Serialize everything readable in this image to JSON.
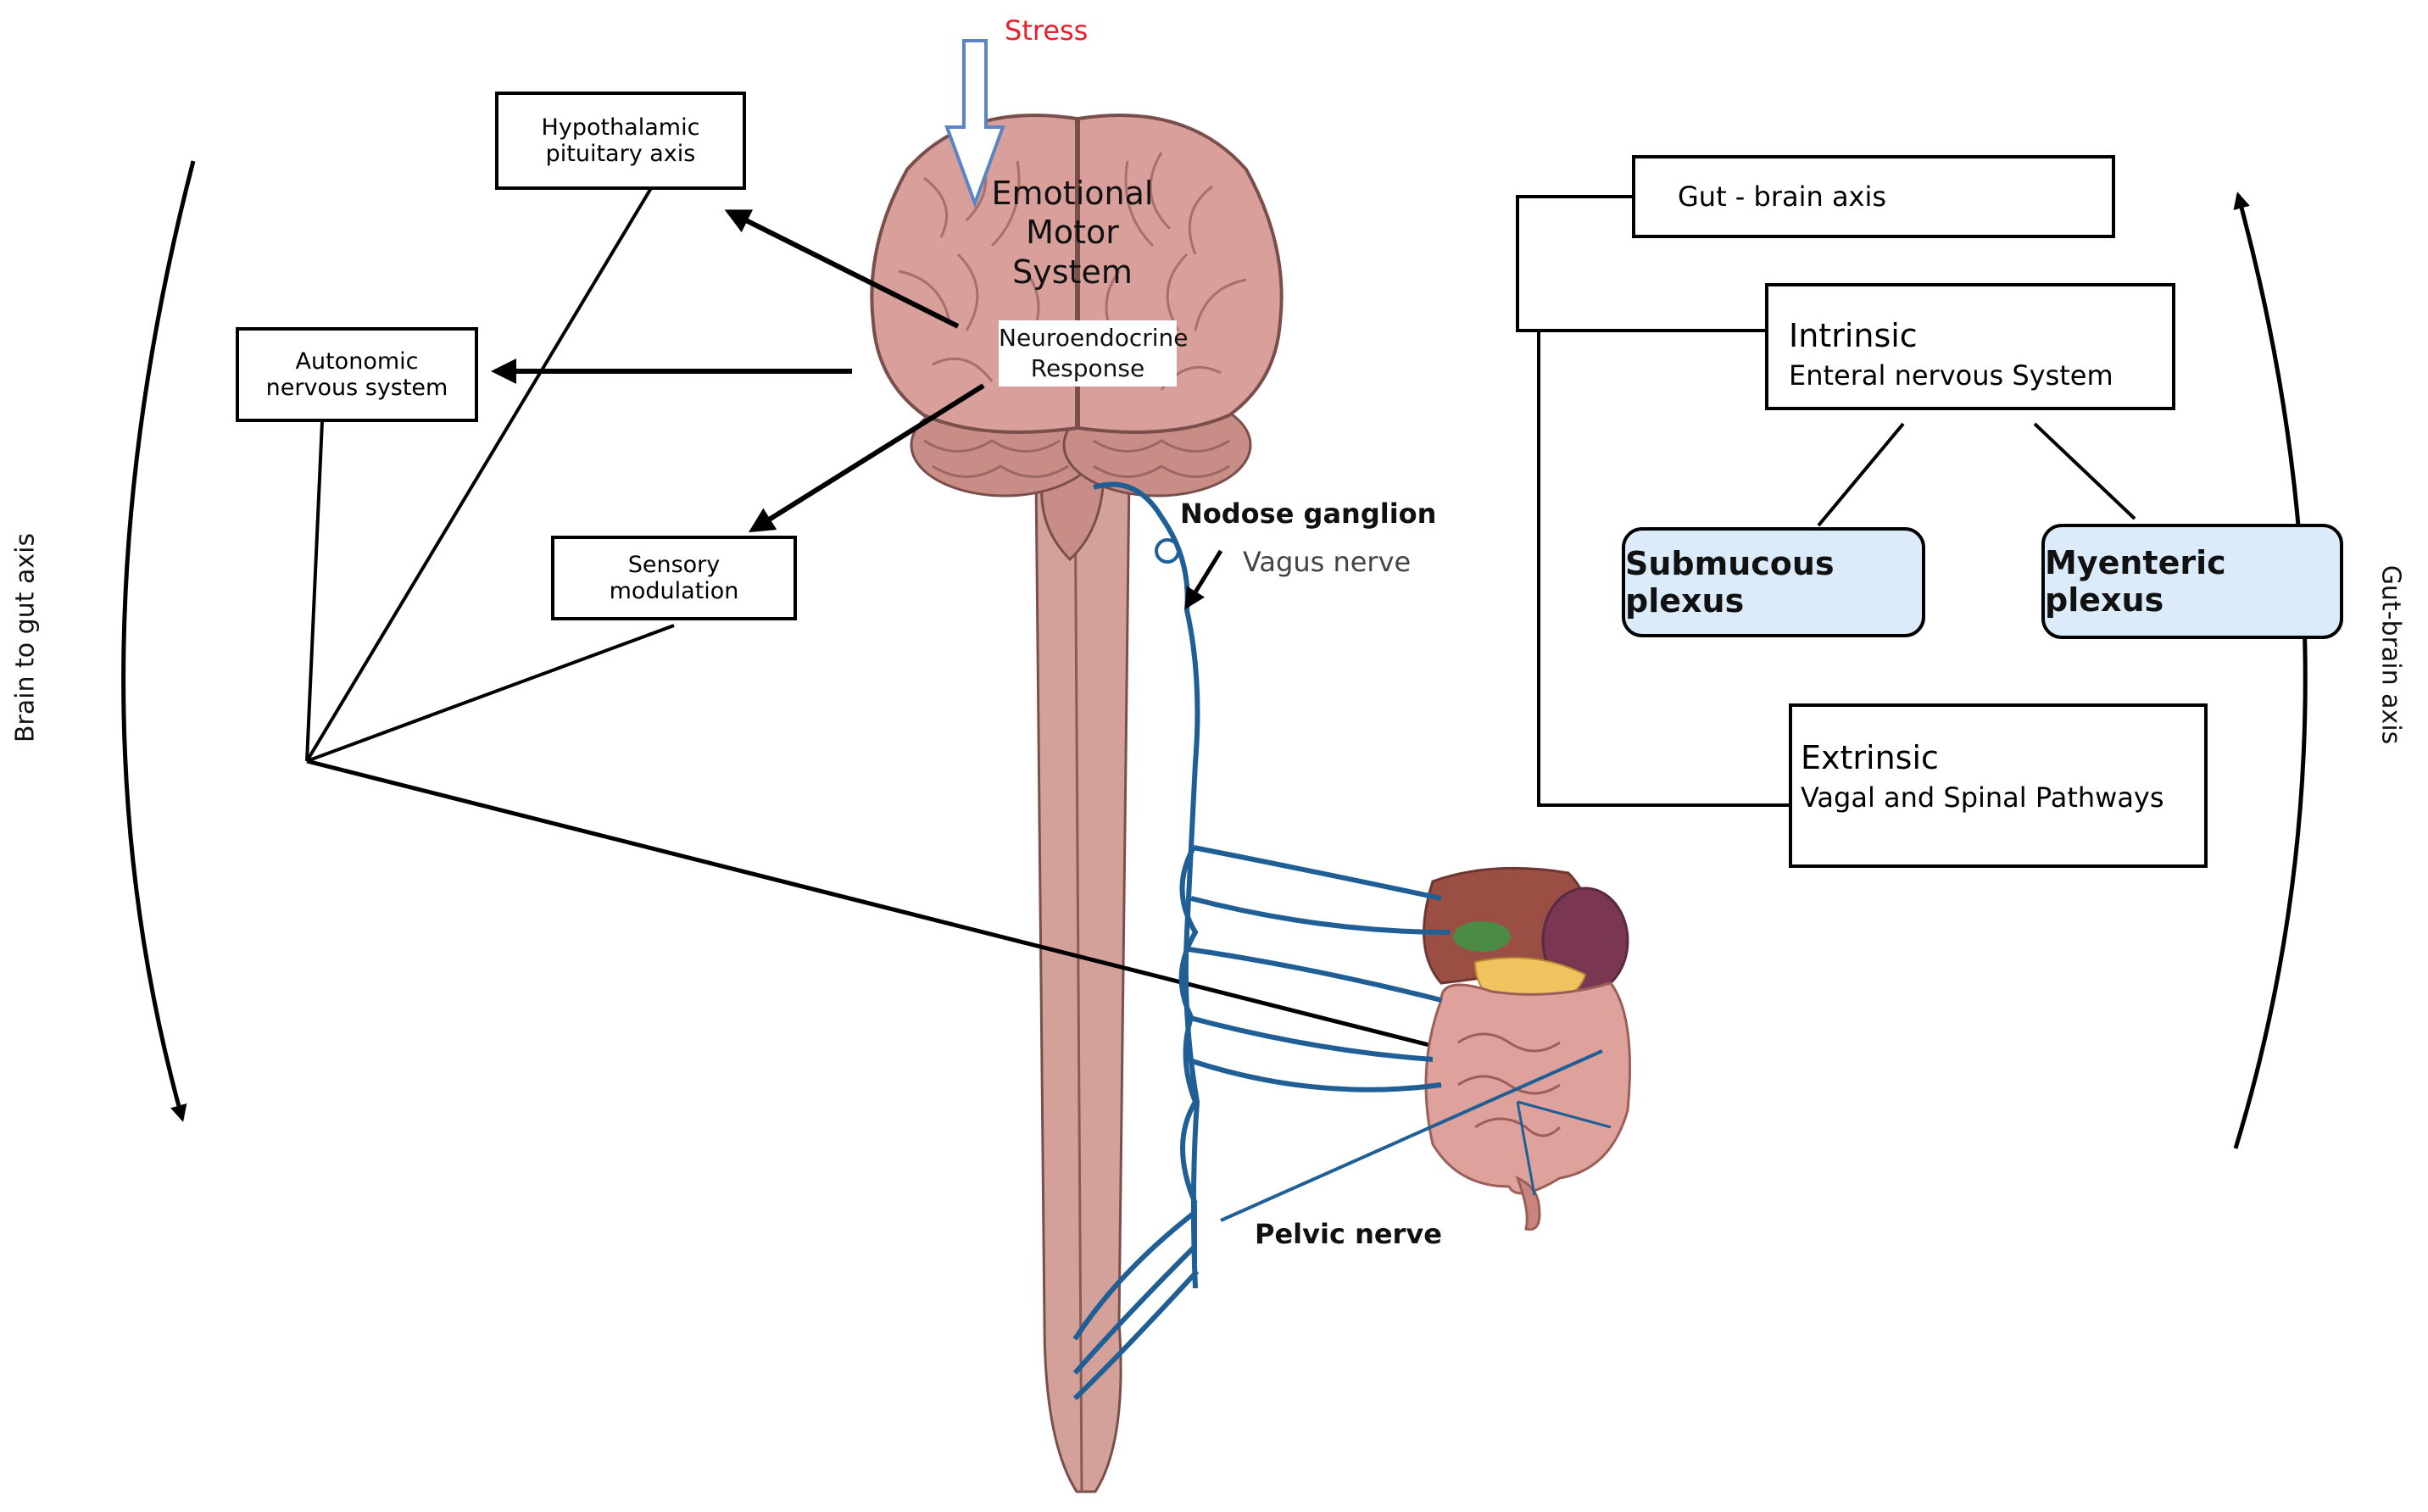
{
  "stress": {
    "label": "Stress",
    "color": "#e8202a"
  },
  "brain": {
    "center_label": [
      "Emotional",
      "Motor",
      "System"
    ],
    "response_label": [
      "Neuroendocrine",
      "Response"
    ]
  },
  "left_boxes": {
    "hpa": [
      "Hypothalamic",
      "pituitary axis"
    ],
    "ans": [
      "Autonomic",
      "nervous system"
    ],
    "sensory": [
      "Sensory",
      "modulation"
    ]
  },
  "nerve_labels": {
    "nodose": "Nodose ganglion",
    "vagus": "Vagus nerve",
    "pelvic": "Pelvic nerve"
  },
  "right_panel": {
    "gut_brain": "Gut - brain axis",
    "intrinsic_title": "Intrinsic",
    "intrinsic_sub": "Enteral nervous System",
    "submucous": "Submucous plexus",
    "myenteric": "Myenteric plexus",
    "extrinsic_title": "Extrinsic",
    "extrinsic_sub": "Vagal and Spinal Pathways"
  },
  "side_labels": {
    "left": "Brain to gut axis",
    "right": "Gut-brain axis"
  },
  "colors": {
    "brain": "#d9a09b",
    "brain_dark": "#b57a75",
    "spine": "#d4a19a",
    "nerve": "#1f5f95",
    "plexus_fill": "#dcebfa"
  }
}
